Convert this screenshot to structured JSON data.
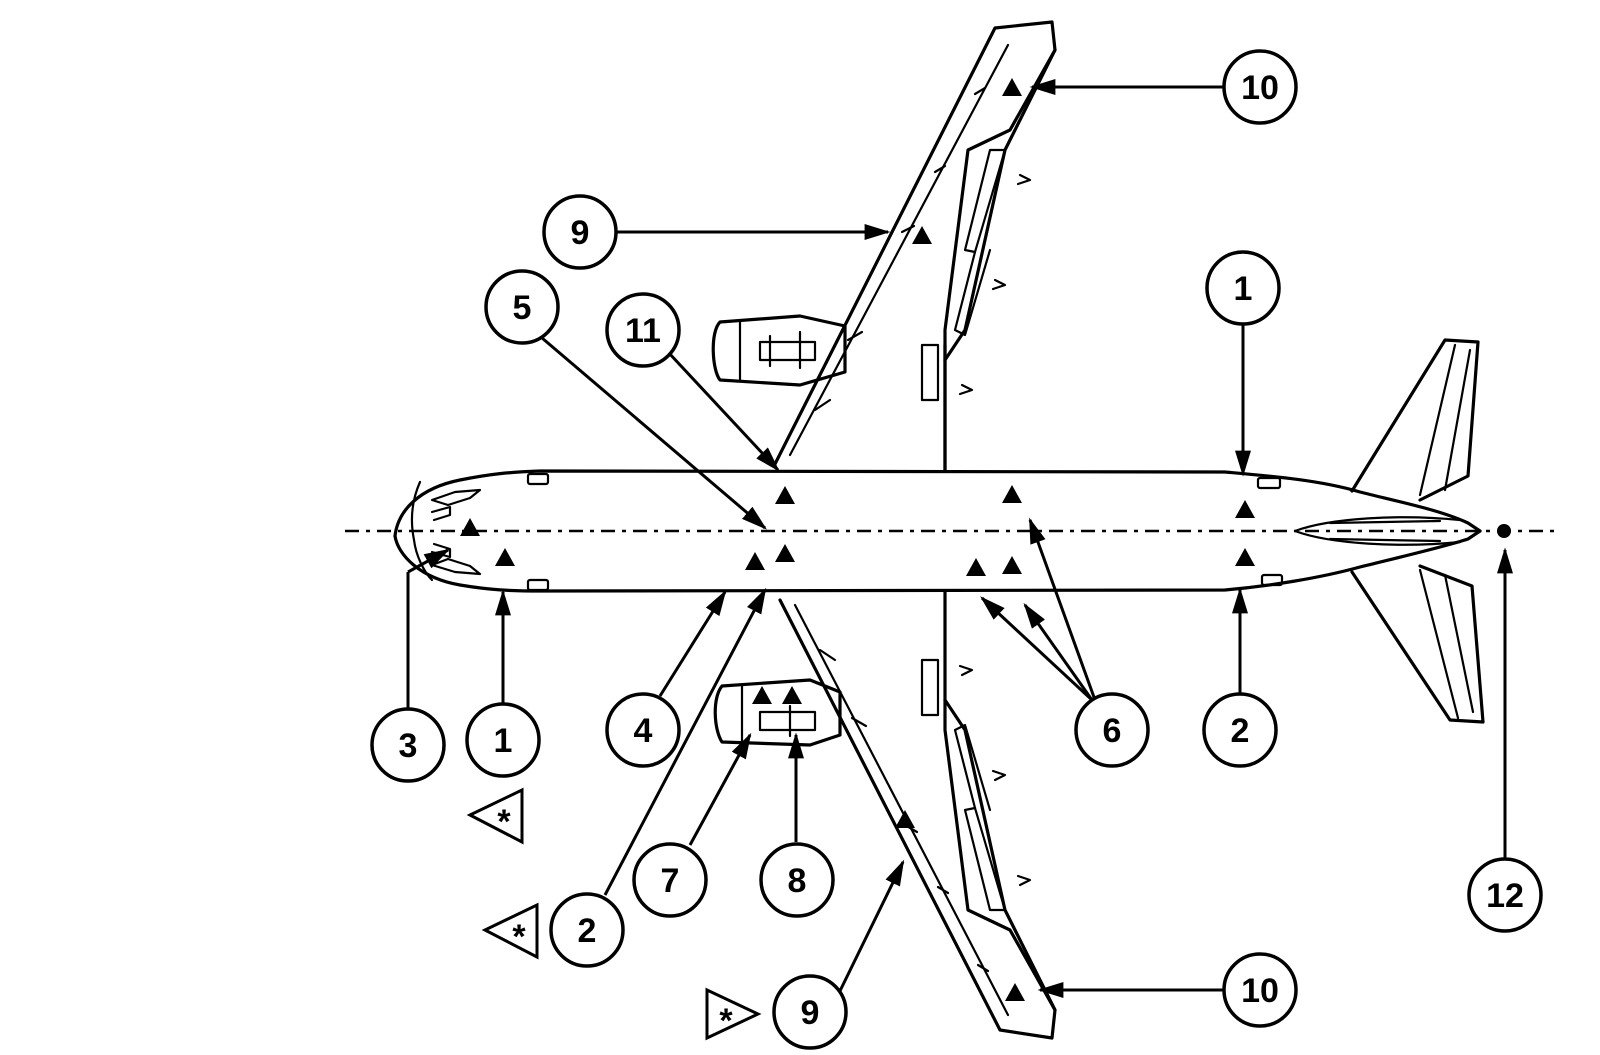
{
  "callouts": [
    {
      "id": "c1a",
      "label": "1"
    },
    {
      "id": "c1b",
      "label": "1"
    },
    {
      "id": "c2a",
      "label": "2"
    },
    {
      "id": "c2b",
      "label": "2"
    },
    {
      "id": "c3",
      "label": "3"
    },
    {
      "id": "c4",
      "label": "4"
    },
    {
      "id": "c5",
      "label": "5"
    },
    {
      "id": "c6",
      "label": "6"
    },
    {
      "id": "c7",
      "label": "7"
    },
    {
      "id": "c8",
      "label": "8"
    },
    {
      "id": "c9a",
      "label": "9"
    },
    {
      "id": "c9b",
      "label": "9"
    },
    {
      "id": "c10a",
      "label": "10"
    },
    {
      "id": "c10b",
      "label": "10"
    },
    {
      "id": "c11",
      "label": "11"
    },
    {
      "id": "c12",
      "label": "12"
    }
  ],
  "star_flags": [
    {
      "id": "s1",
      "label": "*"
    },
    {
      "id": "s2",
      "label": "*"
    },
    {
      "id": "s3",
      "label": "*"
    }
  ]
}
